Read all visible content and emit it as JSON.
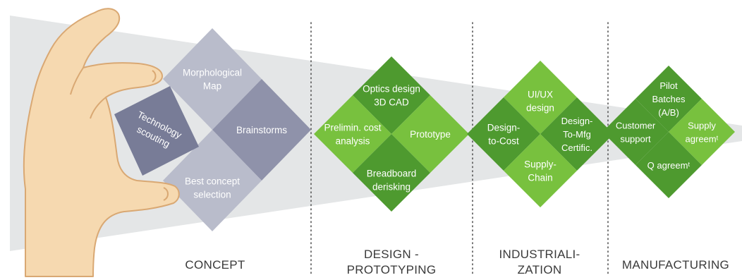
{
  "phases": [
    {
      "id": "concept",
      "lines": [
        "CONCEPT"
      ]
    },
    {
      "id": "design",
      "lines": [
        "DESIGN -",
        "PROTOTYPING"
      ]
    },
    {
      "id": "industrialization",
      "lines": [
        "INDUSTRIALI-",
        "ZATION"
      ]
    },
    {
      "id": "manufacturing",
      "lines": [
        "MANUFACTURING"
      ]
    }
  ],
  "tiles": {
    "technology_scouting": [
      "Technology",
      "scouting"
    ],
    "morphological_map": [
      "Morphological",
      "Map"
    ],
    "brainstorms": [
      "Brainstorms"
    ],
    "best_concept": [
      "Best concept",
      "selection"
    ],
    "optics_design": [
      "Optics design",
      "3D CAD"
    ],
    "prelim_cost": [
      "Prelimin. cost",
      "analysis"
    ],
    "prototype": [
      "Prototype"
    ],
    "breadboard": [
      "Breadboard",
      "derisking"
    ],
    "ui_ux": [
      "UI/UX",
      "design"
    ],
    "design_to_cost": [
      "Design-",
      "to-Cost"
    ],
    "design_to_mfg": [
      "Design-",
      "To-Mfg",
      "Certific."
    ],
    "supply_chain": [
      "Supply-",
      "Chain"
    ],
    "pilot_batches": [
      "Pilot",
      "Batches",
      "(A/B)"
    ],
    "customer_support": [
      "Customer",
      "support"
    ],
    "supply_agreement": [
      "Supply",
      "agreemᵗ"
    ],
    "q_agreement": [
      "Q agreemᵗ"
    ]
  },
  "colors": {
    "funnel": "#e4e6e7",
    "concept_light": "#b9bccb",
    "concept_dark": "#8f92aa",
    "scouting": "#787c97",
    "green_light": "#78c13e",
    "green_dark": "#4e9a2f",
    "skin": "#f6d9b0",
    "skin_outline": "#d9a873"
  }
}
